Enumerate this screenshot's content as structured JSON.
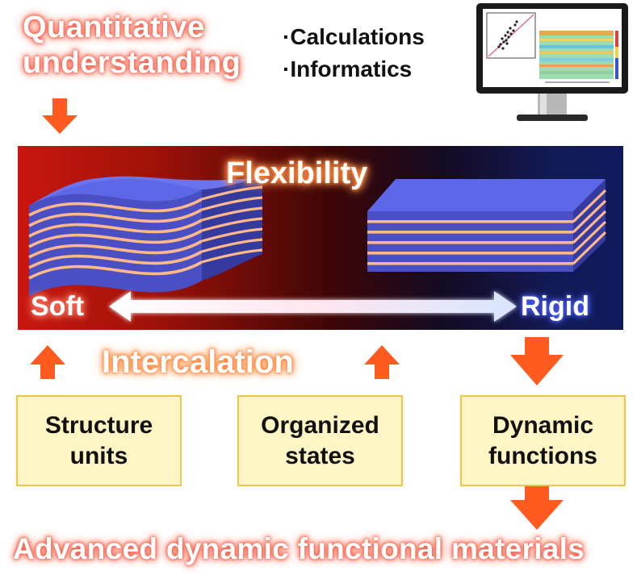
{
  "title": {
    "line1": "Quantitative",
    "line2": "understanding"
  },
  "bullets": [
    "·Calculations",
    "·Informatics"
  ],
  "panel": {
    "title": "Flexibility",
    "left_label": "Soft",
    "right_label": "Rigid"
  },
  "process": "Intercalation",
  "boxes": [
    {
      "line1": "Structure",
      "line2": "units"
    },
    {
      "line1": "Organized",
      "line2": "states"
    },
    {
      "line1": "Dynamic",
      "line2": "functions"
    }
  ],
  "bottom_title": "Advanced dynamic functional materials",
  "colors": {
    "arrow": "#ff5a1f",
    "soft": "#d41a12",
    "rigid": "#0f1a5e",
    "layer_top": "#5d68e8",
    "layer_stripe": "#ffb88a",
    "box_fill": "#fff5c5",
    "box_border": "#f0c448"
  }
}
